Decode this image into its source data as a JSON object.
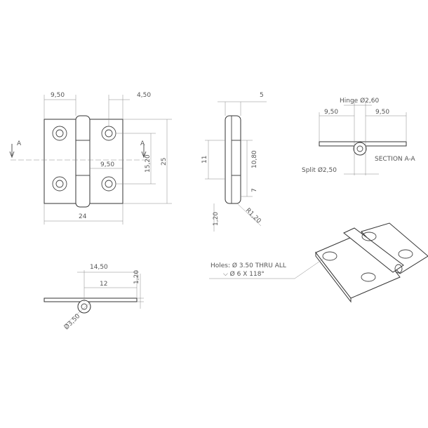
{
  "front_view": {
    "dim_left_top": "9,50",
    "dim_right_top": "4,50",
    "dim_height": "25",
    "dim_hole_vertical": "15,20",
    "dim_hole_horizontal": "9,50",
    "dim_width": "24",
    "section_label_left": "A",
    "section_label_right": "A"
  },
  "side_view": {
    "dim_thickness": "5",
    "dim_11": "11",
    "dim_10_80": "10,80",
    "dim_7": "7",
    "dim_1_20": "1,20",
    "dim_radius": "R1,20"
  },
  "section_view": {
    "hinge_label": "Hinge Ø2,60",
    "dim_left": "9,50",
    "dim_right": "9,50",
    "title": "SECTION A-A",
    "split_label": "Split Ø2,50"
  },
  "top_view": {
    "dim_14_50": "14,50",
    "dim_12": "12",
    "dim_1_20": "1,20",
    "dim_diameter": "Ø3,50"
  },
  "iso_view": {
    "holes_line1": "Holes: Ø 3.50 THRU ALL",
    "holes_line2": "⌵ Ø 6 X 118°"
  }
}
